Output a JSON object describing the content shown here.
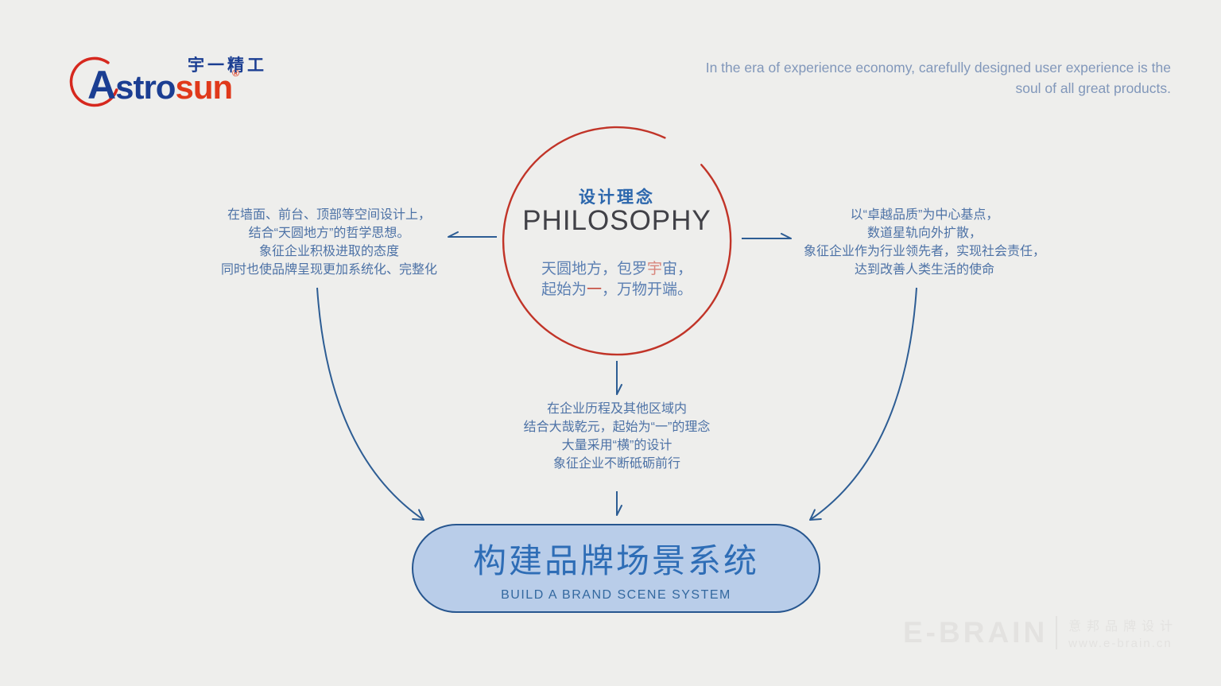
{
  "page": {
    "background": "#eeeeec"
  },
  "logo": {
    "cn_name": "宇一精工",
    "en_initial": "A",
    "en_blue_rest": "stro",
    "en_red_part": "sun",
    "registered_mark": "®",
    "ring_color": "#d6281e",
    "blue": "#1b3e92",
    "red": "#e0391b"
  },
  "tagline": {
    "line1": "In the era of experience economy, carefully designed user experience is the",
    "line2": "soul of all great products."
  },
  "philosophy_circle": {
    "title_cn": "设计理念",
    "title_en": "PHILOSOPHY",
    "desc_l1_a": "天圆地方，包罗",
    "desc_l1_red": "宇",
    "desc_l1_b": "宙，",
    "desc_l2_a": "起始为",
    "desc_l2_red": "一",
    "desc_l2_b": "，万物开端。",
    "ring_color": "#c13428"
  },
  "left_note": {
    "lines": [
      "在墙面、前台、顶部等空间设计上，",
      "结合“天圆地方”的哲学思想。",
      "象征企业积极进取的态度",
      "同时也使品牌呈现更加系统化、完整化"
    ]
  },
  "right_note": {
    "lines": [
      "以“卓越品质”为中心基点，",
      "数道星轨向外扩散，",
      "象征企业作为行业领先者，实现社会责任，",
      "达到改善人类生活的使命"
    ]
  },
  "bottom_note": {
    "lines": [
      "在企业历程及其他区域内",
      "结合大哉乾元，起始为“一”的理念",
      "大量采用“横”的设计",
      "象征企业不断砥砺前行"
    ]
  },
  "result_pill": {
    "title_cn": "构建品牌场景系统",
    "subtitle_en": "BUILD A BRAND SCENE SYSTEM",
    "fill": "#b9cde9",
    "border": "#27568f"
  },
  "watermark": {
    "brand": "E-BRAIN",
    "company_cn": "意邦品牌设计",
    "site": "www.e-brain.cn"
  },
  "colors": {
    "note_text": "#4d72a6",
    "arrow": "#2d5d94",
    "accent_red_soft": "#d8857b",
    "accent_red_strong": "#c54a3c"
  }
}
